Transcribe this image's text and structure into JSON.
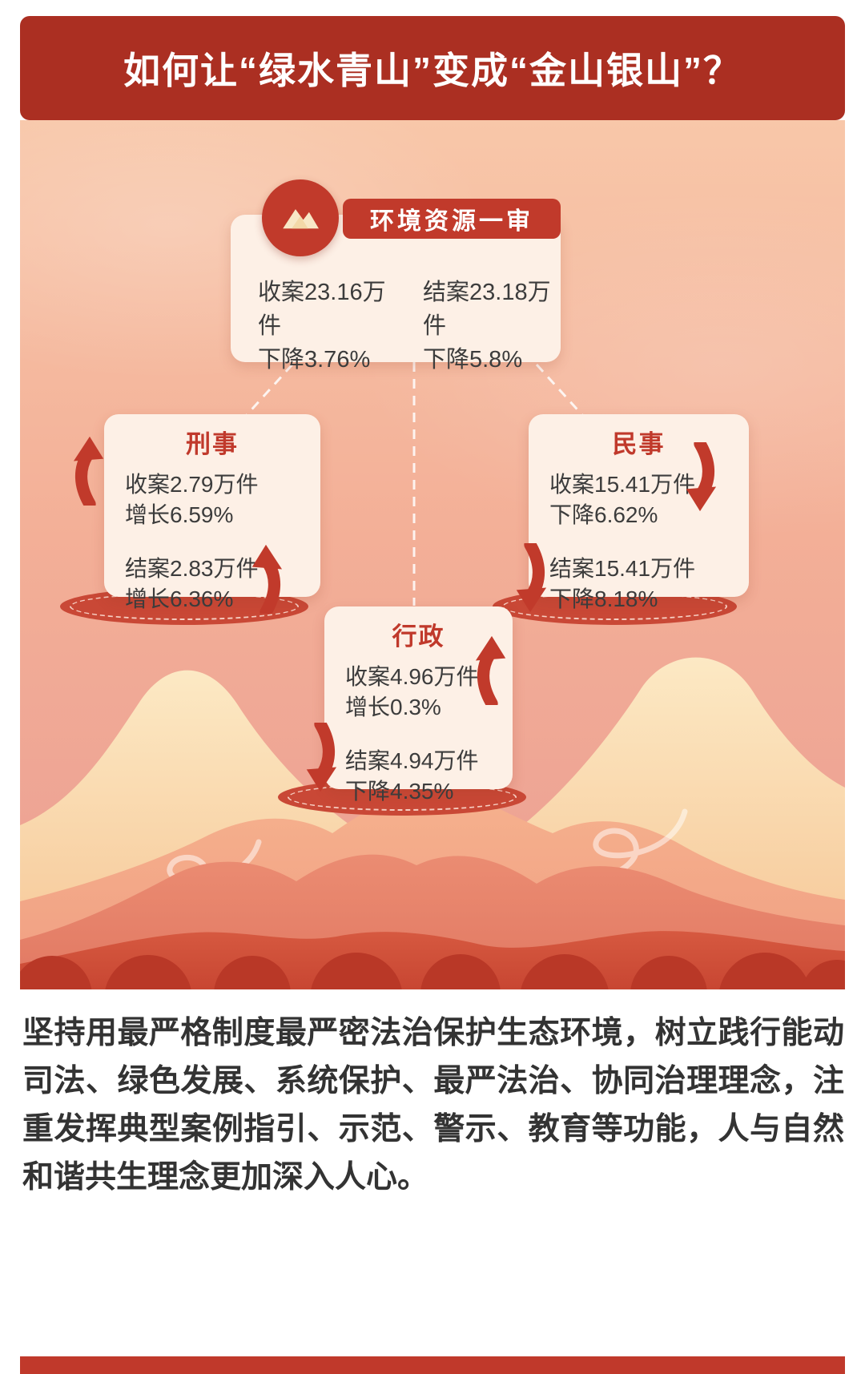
{
  "banner": {
    "title": "如何让“绿水青山”变成“金山银山”？"
  },
  "root_card": {
    "badge": "环境资源一审",
    "filed": {
      "count": "收案23.16万件",
      "change": "下降3.76%"
    },
    "closed": {
      "count": "结案23.18万件",
      "change": "下降5.8%"
    }
  },
  "branch_cards": [
    {
      "id": "criminal",
      "title": "刑事",
      "filed": {
        "count": "收案2.79万件",
        "change": "增长6.59%",
        "trend": "up"
      },
      "closed": {
        "count": "结案2.83万件",
        "change": "增长6.36%",
        "trend": "up"
      }
    },
    {
      "id": "civil",
      "title": "民事",
      "filed": {
        "count": "收案15.41万件",
        "change": "下降6.62%",
        "trend": "down"
      },
      "closed": {
        "count": "结案15.41万件",
        "change": "下降8.18%",
        "trend": "down"
      }
    },
    {
      "id": "admin",
      "title": "行政",
      "filed": {
        "count": "收案4.96万件",
        "change": "增长0.3%",
        "trend": "up"
      },
      "closed": {
        "count": "结案4.94万件",
        "change": "下降4.35%",
        "trend": "down"
      }
    }
  ],
  "footer": {
    "paragraph": "坚持用最严格制度最严密法治保护生态环境，树立践行能动司法、绿色发展、系统保护、最严法治、协同治理理念，注重发挥典型案例指引、示范、警示、教育等功能，人与自然和谐共生理念更加深入人心。"
  },
  "icons": {
    "root": "mountain-icon",
    "up": "arrow-up-icon",
    "down": "arrow-down-icon"
  },
  "colors": {
    "banner_red": "#ab2f22",
    "accent_red": "#c13a2b",
    "card_bg": "#fdf0e6",
    "platform_red": "#c94836"
  }
}
